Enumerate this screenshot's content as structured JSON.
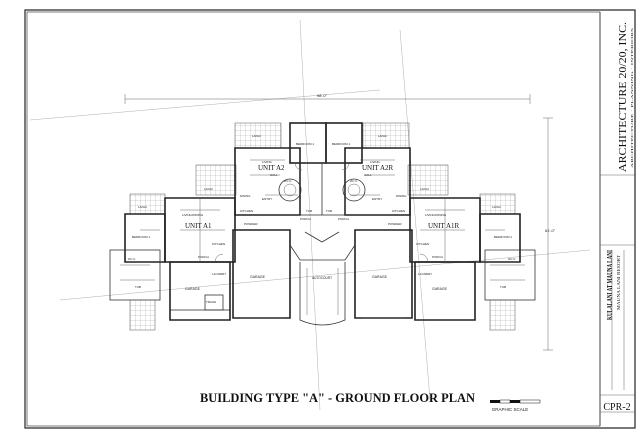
{
  "drawing": {
    "title": "BUILDING TYPE \"A\" - GROUND FLOOR PLAN",
    "scale_label": "GRAPHIC SCALE",
    "overall_dim": "98'-0\"",
    "depth_dim": "61'-0\""
  },
  "title_block": {
    "firm": "ARCHITECTURE 20/20, INC.",
    "firm_sub": "ARCHITECTURE · PLANNING · INTERIORS",
    "project": "KULALANI AT MAUNA LANI",
    "project_sub": "MAUNA LANI RESORT",
    "sheet": "CPR-2"
  },
  "rooms": {
    "unit_a1": "UNIT A1",
    "unit_a1r": "UNIT A1R",
    "unit_a2": "UNIT A2",
    "unit_a2r": "UNIT A2R",
    "garage": "GARAGE",
    "autocourt": "AUTOCOURT",
    "lanai": "LANAI",
    "bedroom1": "BEDROOM 1",
    "living": "LIVING",
    "living_dining": "LIVING/DINING",
    "dining": "DINING",
    "kitchen": "KITCHEN",
    "entry": "ENTRY",
    "porch": "PORCH",
    "laundry": "LAUNDRY",
    "wic": "W.I.C.",
    "tub": "TUB",
    "hall": "HALL",
    "powder": "POWDER",
    "trash": "TRASH"
  }
}
